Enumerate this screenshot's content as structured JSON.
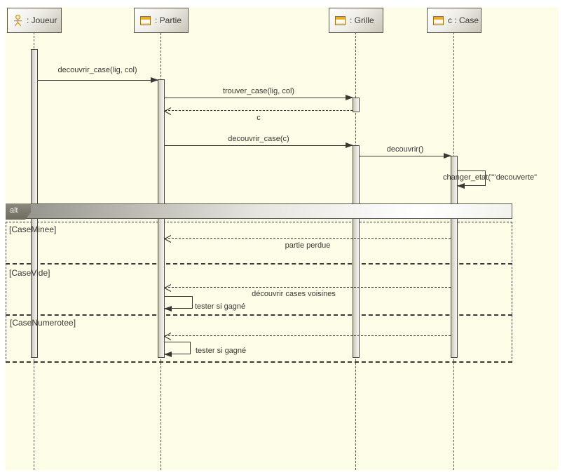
{
  "colors": {
    "canvas_background": "#FDFDE8",
    "page_background": "#FFFFFF",
    "line": "#3A3833",
    "box_gradient_dark": "#C8C4B8",
    "fragment_tab_gray": "#6E6B61",
    "icon_gold": "#C9971A"
  },
  "lifelines": [
    {
      "label": ": Joueur",
      "icon": "actor-icon"
    },
    {
      "label": ": Partie",
      "icon": "class-icon"
    },
    {
      "label": ": Grille",
      "icon": "class-icon"
    },
    {
      "label": "c : Case",
      "icon": "class-icon"
    }
  ],
  "messages": {
    "decouvrir_case_lig_col": "decouvrir_case(lig, col)",
    "trouver_case_lig_col": "trouver_case(lig, col)",
    "return_c": "c",
    "decouvrir_case_c": "decouvrir_case(c)",
    "decouvrir": "decouvrir()",
    "changer_etat": "changer_etat(\"\"decouverte\"",
    "partie_perdue": "partie perdue",
    "decouvrir_cases_voisines": "découvrir cases voisines",
    "tester_si_gagne_1": "tester si gagné",
    "tester_si_gagne_2": "tester si gagné"
  },
  "fragment": {
    "operator": "alt",
    "guards": [
      "[CaseMinee]",
      "[CaseVide]",
      "[CaseNumerotee]"
    ]
  }
}
